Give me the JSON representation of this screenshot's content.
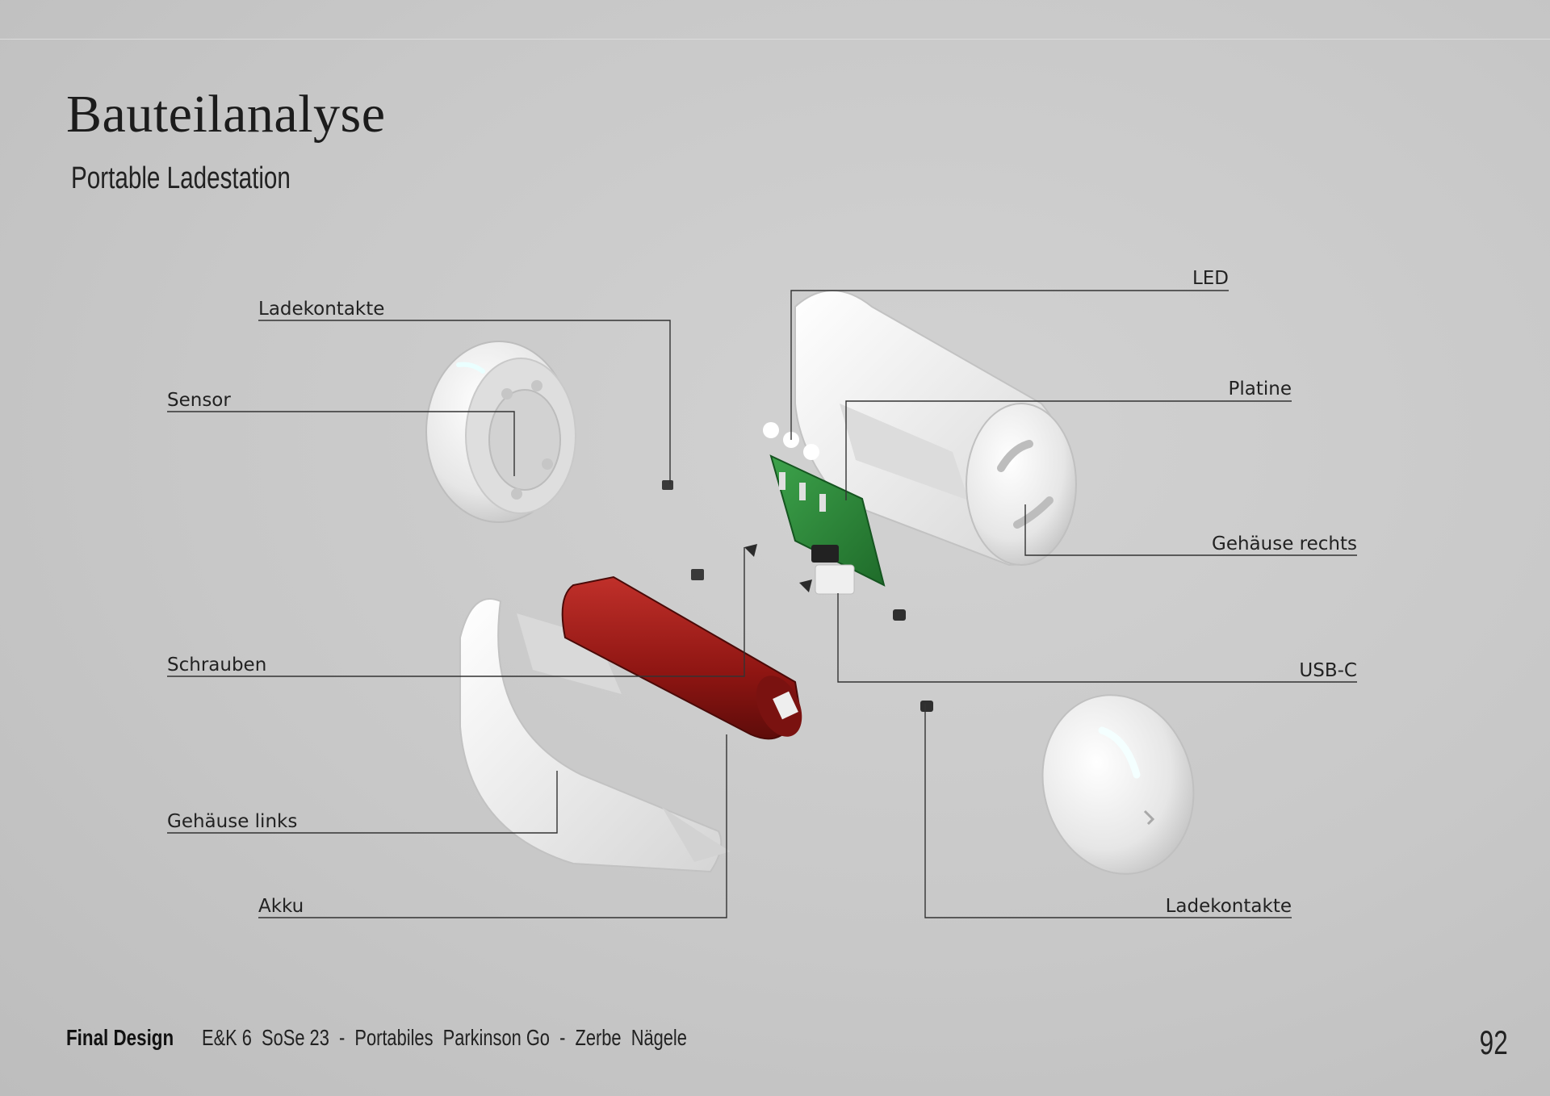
{
  "header": {
    "title": "Bauteilanalyse",
    "subtitle": "Portable Ladestation"
  },
  "labels": {
    "ladekontakte_top": "Ladekontakte",
    "sensor": "Sensor",
    "led": "LED",
    "platine": "Platine",
    "gehaeuse_rechts": "Gehäuse rechts",
    "schrauben": "Schrauben",
    "usb_c": "USB-C",
    "gehaeuse_links": "Gehäuse links",
    "akku": "Akku",
    "ladekontakte_bottom": "Ladekontakte"
  },
  "colors": {
    "battery": "#9a1a16",
    "pcb": "#2e8a3a",
    "housing": "#f2f2f2",
    "background": "#c9c9c9"
  },
  "footer": {
    "section": "Final Design",
    "project": "E&K 6  SoSe 23  -  Portabiles  Parkinson Go  -  Zerbe  Nägele",
    "page_number": "92"
  }
}
